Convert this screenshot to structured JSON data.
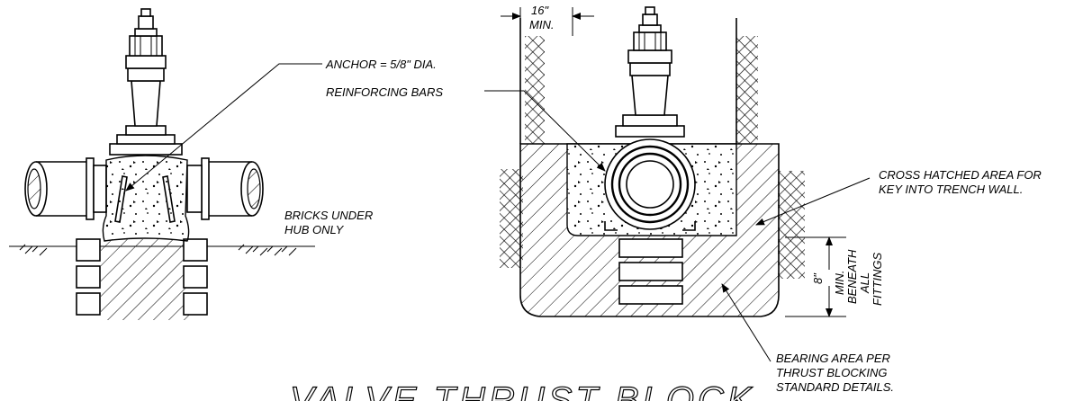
{
  "title": "VALVE THRUST BLOCK",
  "labels": {
    "anchor": "ANCHOR = 5/8\" DIA.",
    "reinforcing_bars": "REINFORCING BARS",
    "bricks_line1": "BRICKS UNDER",
    "bricks_line2": "HUB ONLY",
    "trench_width": "16\"",
    "trench_width_min": "MIN.",
    "cross_hatched_line1": "CROSS HATCHED AREA FOR",
    "cross_hatched_line2": "KEY INTO TRENCH WALL.",
    "depth_value": "8\"",
    "depth_line1": "MIN.",
    "depth_line2": "BENEATH",
    "depth_line3": "ALL",
    "depth_line4": "FITTINGS",
    "bearing_line1": "BEARING AREA PER",
    "bearing_line2": "THRUST BLOCKING",
    "bearing_line3": "STANDARD DETAILS."
  }
}
